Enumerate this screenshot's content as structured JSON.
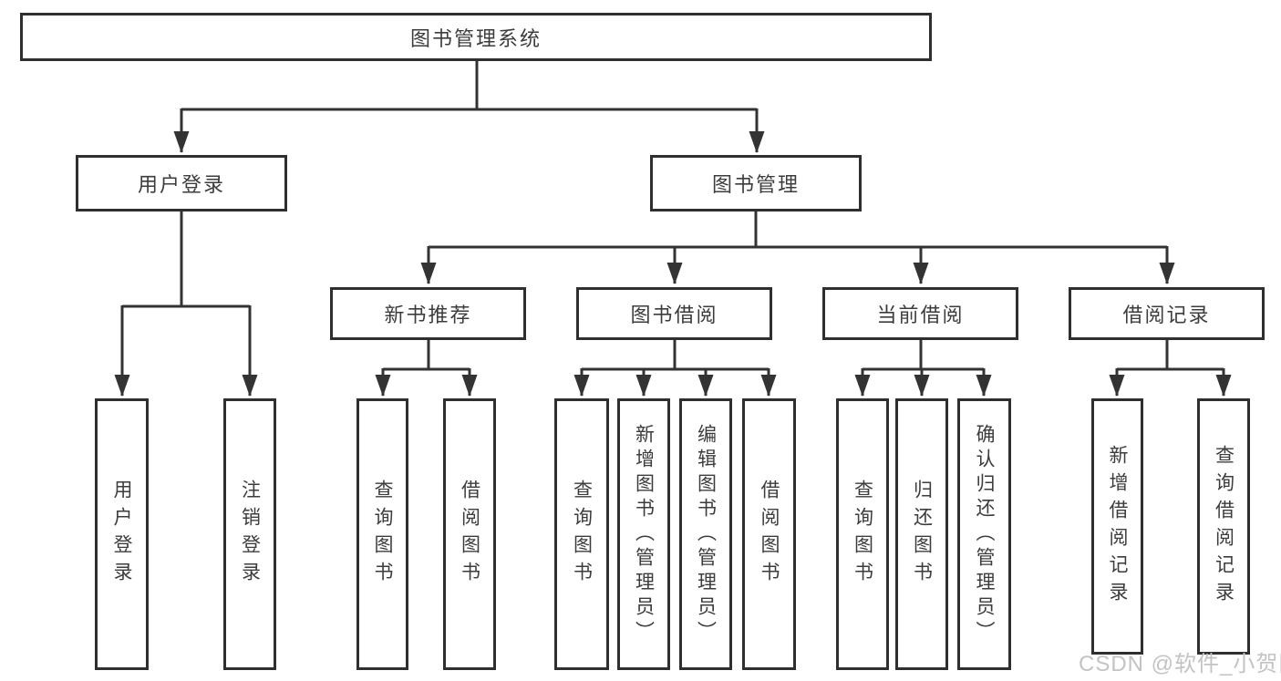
{
  "diagram": {
    "title": "图书管理系统",
    "watermark": "CSDN @软件_小贺同学",
    "colors": {
      "line": "#333333",
      "border": "#2f2f2f",
      "text": "#3c3c3c",
      "background": "#ffffff",
      "watermark": "#c3c3c3"
    },
    "nodes": {
      "root": {
        "label": "图书管理系统"
      },
      "user_login": {
        "label": "用户登录"
      },
      "book_mgmt": {
        "label": "图书管理"
      },
      "new_book_rec": {
        "label": "新书推荐"
      },
      "book_borrow": {
        "label": "图书借阅"
      },
      "current_borrow": {
        "label": "当前借阅"
      },
      "borrow_record": {
        "label": "借阅记录"
      },
      "leaf_user_login": {
        "label": "用户登录"
      },
      "leaf_logout": {
        "label": "注销登录"
      },
      "leaf_query_book_rec": {
        "label": "查询图书"
      },
      "leaf_borrow_book_rec": {
        "label": "借阅图书"
      },
      "leaf_query_book_borrow": {
        "label": "查询图书"
      },
      "leaf_add_book_admin": {
        "label": "新增图书（管理员）"
      },
      "leaf_edit_book_admin": {
        "label": "编辑图书（管理员）"
      },
      "leaf_borrow_book_borrow": {
        "label": "借阅图书"
      },
      "leaf_query_book_current": {
        "label": "查询图书"
      },
      "leaf_return_book": {
        "label": "归还图书"
      },
      "leaf_confirm_return_admin": {
        "label": "确认归还（管理员）"
      },
      "leaf_add_borrow_record": {
        "label": "新增借阅记录"
      },
      "leaf_query_borrow_record": {
        "label": "查询借阅记录"
      }
    },
    "edges": [
      "root->user_login",
      "root->book_mgmt",
      "user_login->leaf_user_login",
      "user_login->leaf_logout",
      "book_mgmt->new_book_rec",
      "book_mgmt->book_borrow",
      "book_mgmt->current_borrow",
      "book_mgmt->borrow_record",
      "new_book_rec->leaf_query_book_rec",
      "new_book_rec->leaf_borrow_book_rec",
      "book_borrow->leaf_query_book_borrow",
      "book_borrow->leaf_add_book_admin",
      "book_borrow->leaf_edit_book_admin",
      "book_borrow->leaf_borrow_book_borrow",
      "current_borrow->leaf_query_book_current",
      "current_borrow->leaf_return_book",
      "current_borrow->leaf_confirm_return_admin",
      "borrow_record->leaf_add_borrow_record",
      "borrow_record->leaf_query_borrow_record"
    ]
  }
}
